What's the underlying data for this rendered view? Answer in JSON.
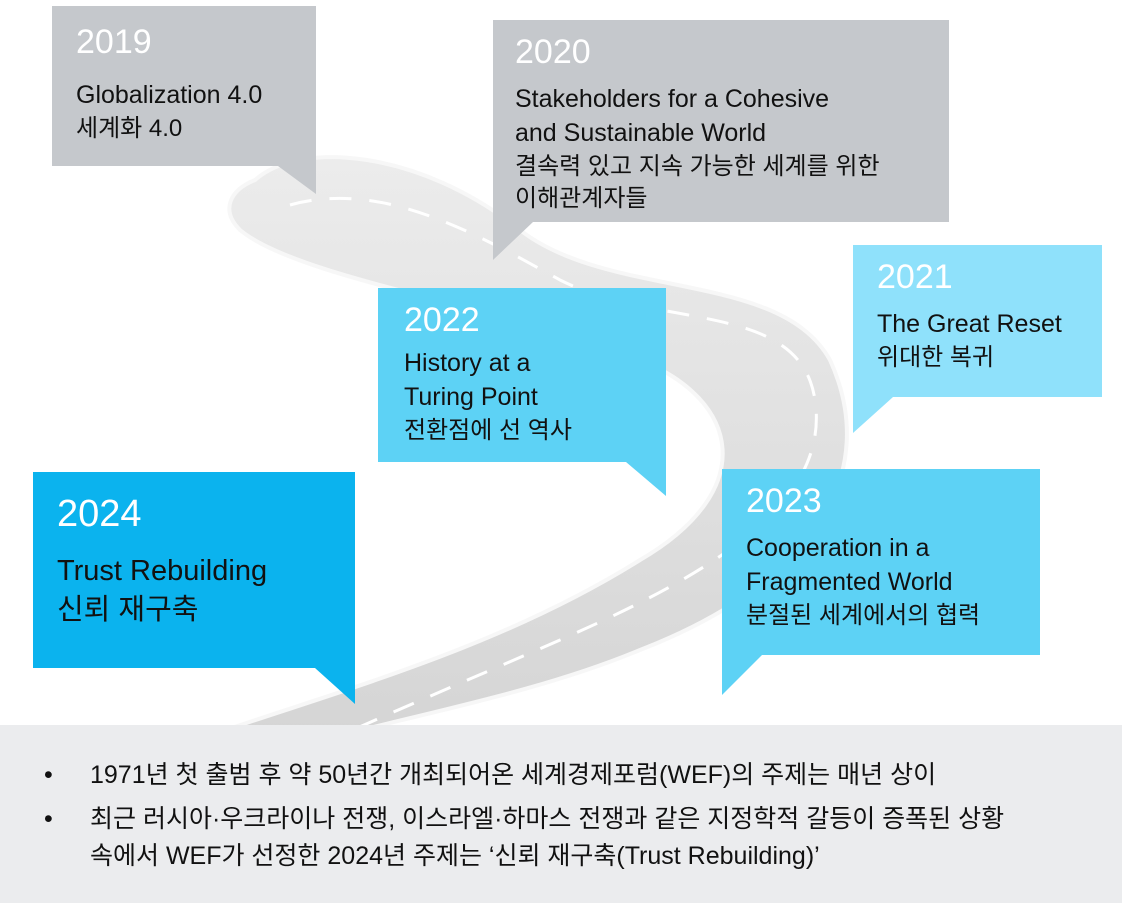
{
  "colors": {
    "gray": "#c5c8cc",
    "light_blue": "#8fe1fb",
    "mid_blue": "#5dd2f5",
    "strong_blue": "#0bb3ee",
    "road": "#dfdfdf",
    "panel": "#ebecee"
  },
  "milestones": [
    {
      "year": "2019",
      "title": "Globalization 4.0",
      "subtitle": "세계화 4.0"
    },
    {
      "year": "2020",
      "title_line1": "Stakeholders for a Cohesive",
      "title_line2": "and Sustainable World",
      "subtitle_line1": "결속력 있고 지속 가능한 세계를 위한",
      "subtitle_line2": "이해관계자들"
    },
    {
      "year": "2021",
      "title": "The Great Reset",
      "subtitle": "위대한 복귀"
    },
    {
      "year": "2022",
      "title_line1": "History at a",
      "title_line2": "Turing Point",
      "subtitle": "전환점에 선 역사"
    },
    {
      "year": "2023",
      "title_line1": "Cooperation in a",
      "title_line2": "Fragmented World",
      "subtitle": "분절된 세계에서의 협력"
    },
    {
      "year": "2024",
      "title": "Trust Rebuilding",
      "subtitle": "신뢰 재구축"
    }
  ],
  "notes": {
    "bullet": "•",
    "item1": "1971년 첫 출범 후 약 50년간 개최되어온 세계경제포럼(WEF)의 주제는 매년 상이",
    "item2_line1": "최근 러시아·우크라이나 전쟁, 이스라엘·하마스 전쟁과 같은 지정학적 갈등이 증폭된 상황",
    "item2_line2": "속에서 WEF가 선정한 2024년 주제는 ‘신뢰 재구축(Trust Rebuilding)’"
  }
}
